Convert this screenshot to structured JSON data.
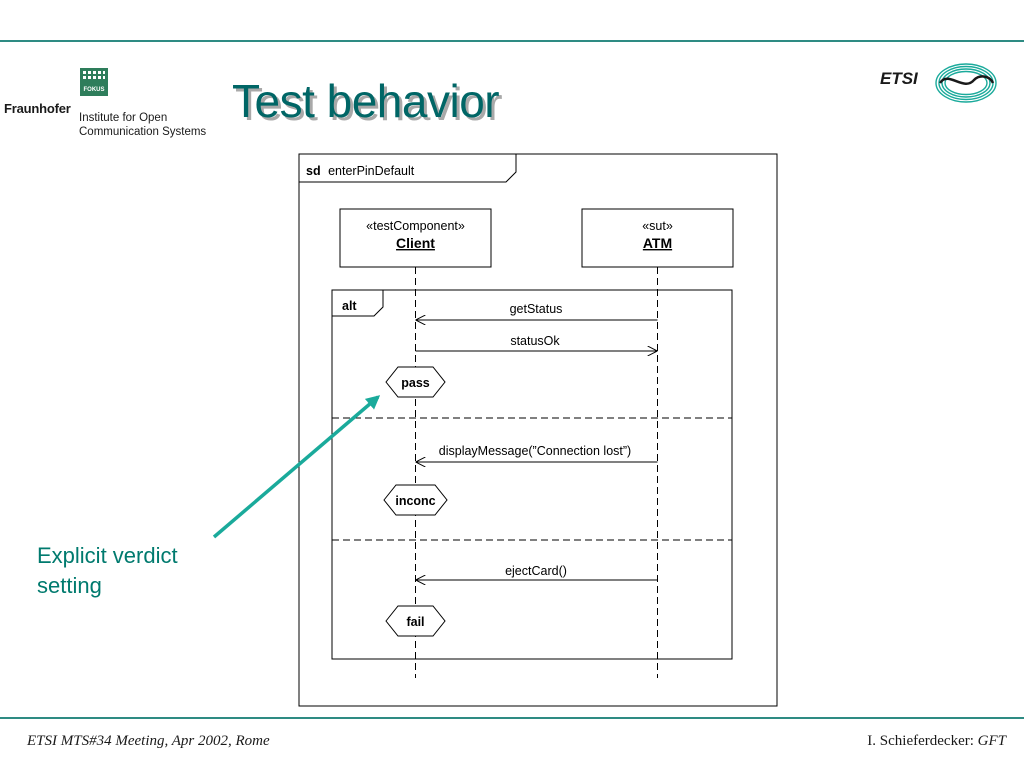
{
  "slide": {
    "title": "Test behavior",
    "logo_left": {
      "badge_text": "FOKUS",
      "brand": "Fraunhofer",
      "institute_line1": "Institute for Open",
      "institute_line2": "Communication Systems"
    },
    "logo_right": {
      "text": "ETSI"
    },
    "callout": {
      "line1": "Explicit verdict",
      "line2": "setting"
    },
    "footer": {
      "left": "ETSI MTS#34 Meeting, Apr 2002, Rome",
      "right_author": "I. Schieferdecker: ",
      "right_topic": "GFT"
    },
    "colors": {
      "accent": "#006666",
      "rule": "#2e8b83",
      "arrow": "#1aaa9b",
      "shadow": "#a9a9a9"
    }
  },
  "diagram": {
    "frame": {
      "keyword": "sd",
      "name": "enterPinDefault"
    },
    "lifelines": [
      {
        "stereotype": "«testComponent»",
        "name": "Client"
      },
      {
        "stereotype": "«sut»",
        "name": "ATM"
      }
    ],
    "fragment": {
      "operator": "alt"
    },
    "messages": [
      {
        "label": "getStatus"
      },
      {
        "label": "statusOk"
      },
      {
        "label": "displayMessage(”Connection lost”)"
      },
      {
        "label": "ejectCard()"
      }
    ],
    "verdicts": [
      {
        "label": "pass"
      },
      {
        "label": "inconc"
      },
      {
        "label": "fail"
      }
    ]
  }
}
